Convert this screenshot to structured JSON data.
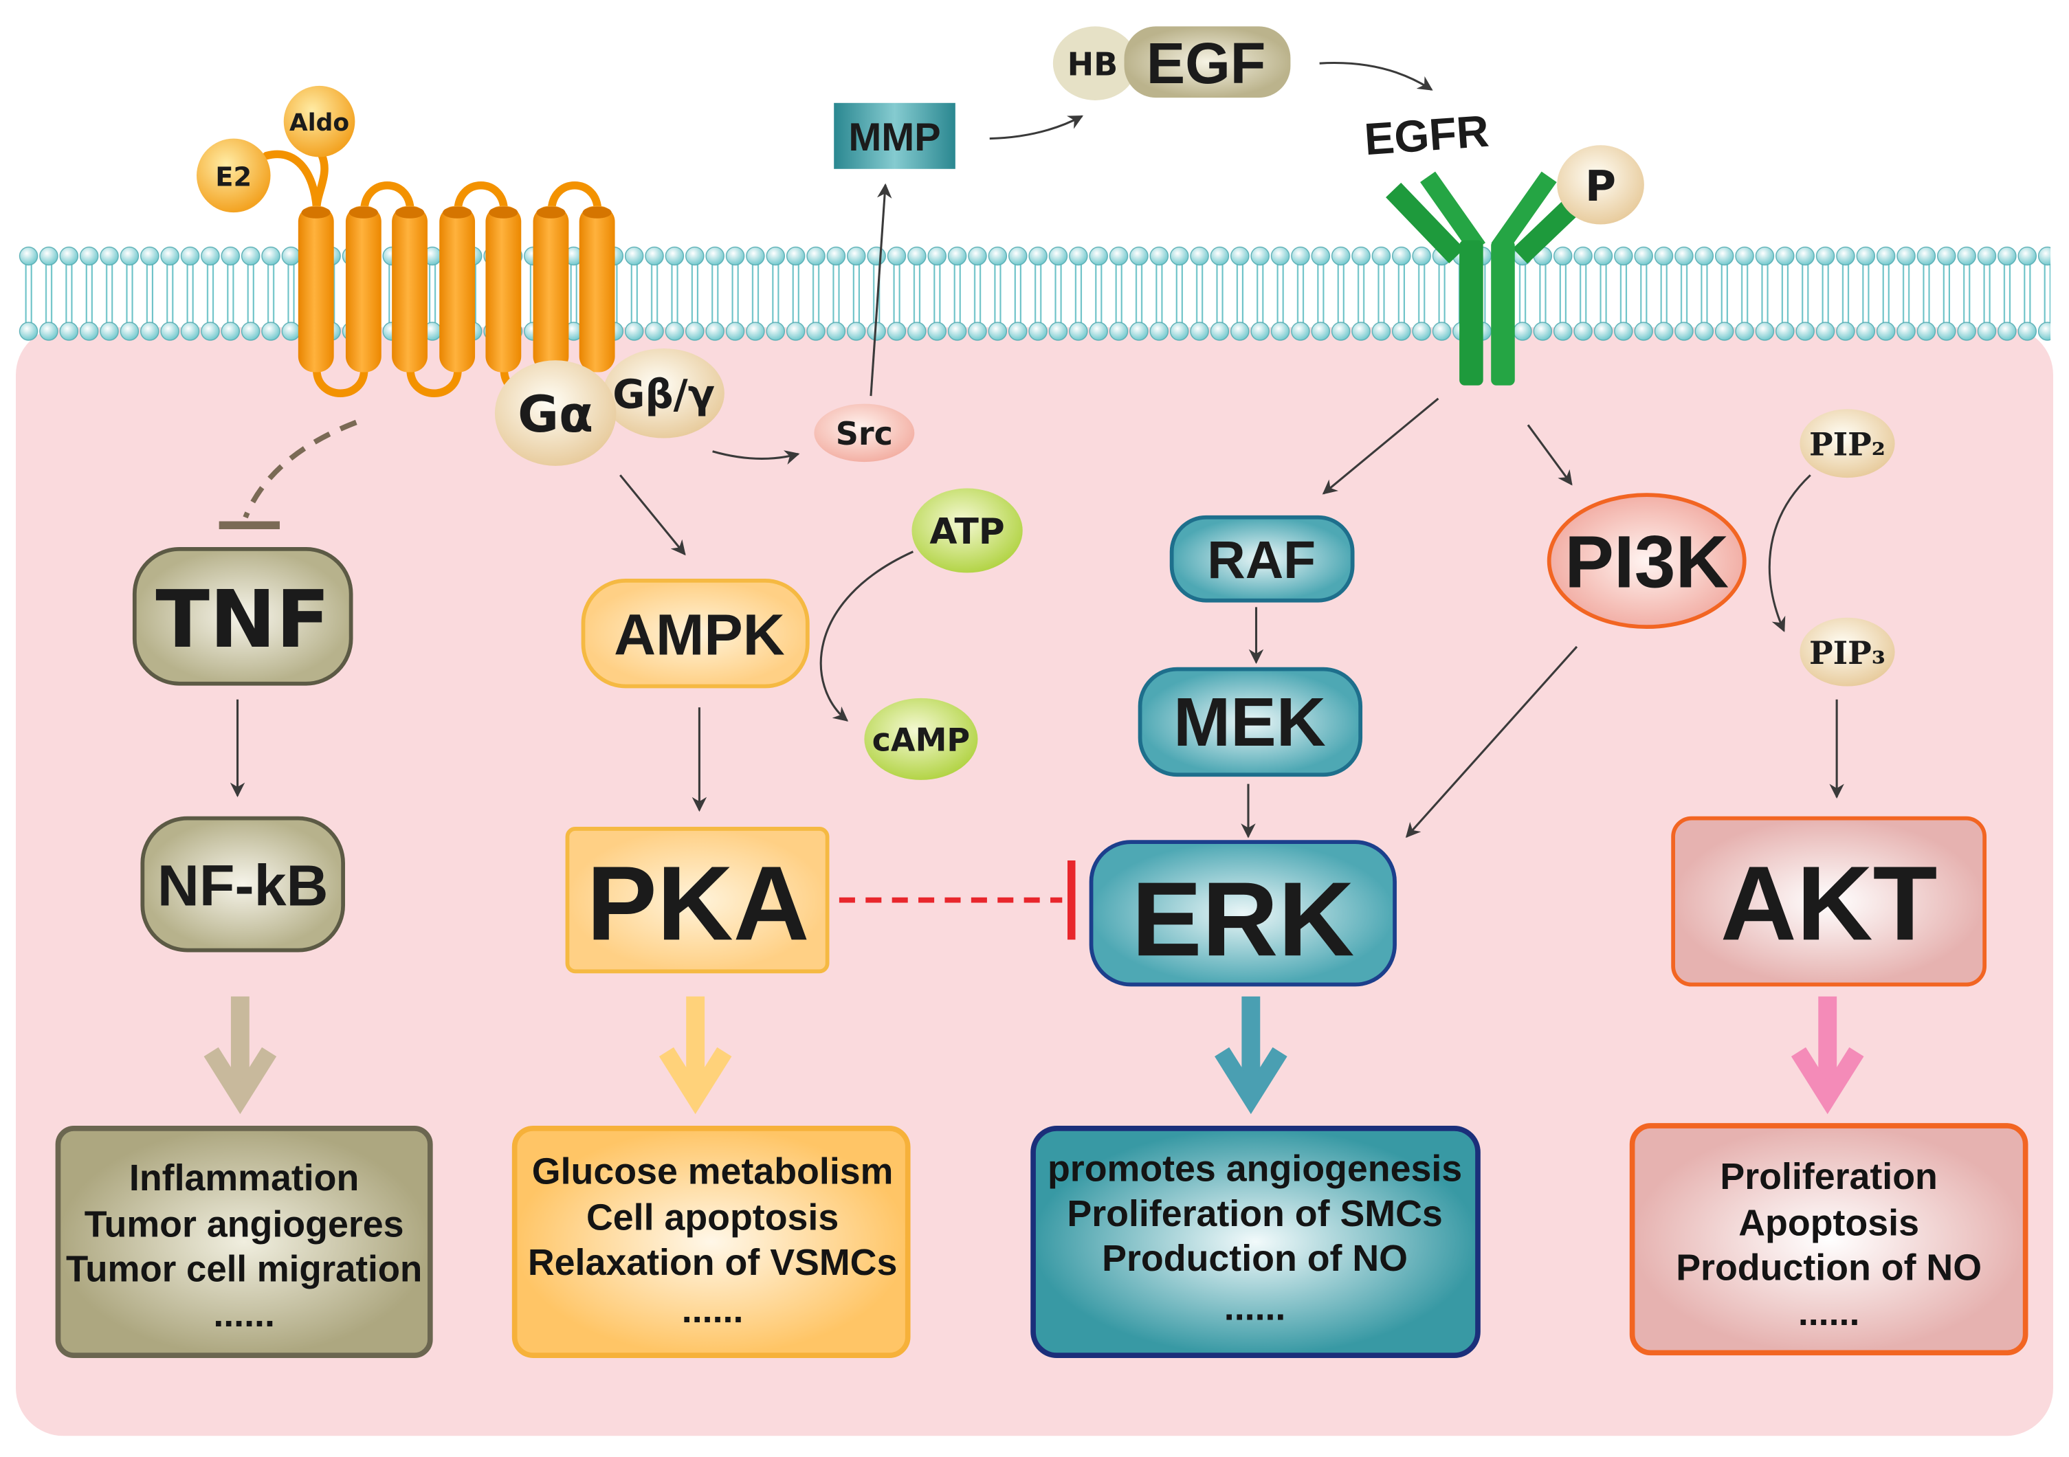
{
  "ligands": {
    "e2": "E2",
    "aldo": "Aldo"
  },
  "g_protein": {
    "alpha": "Gα",
    "beta_gamma": "Gβ/γ"
  },
  "src": "Src",
  "mmp": "MMP",
  "hb_egf": {
    "hb": "HB",
    "egf": "EGF"
  },
  "egfr": {
    "label": "EGFR",
    "phosphate": "P"
  },
  "tnf_pathway": {
    "tnf": "TNF",
    "nfkb": "NF-kB",
    "outcomes": [
      "Inflammation",
      "Tumor angiogeres",
      "Tumor cell migration",
      "......"
    ]
  },
  "pka_pathway": {
    "ampk": "AMPK",
    "pka": "PKA",
    "atp": "ATP",
    "camp": "cAMP",
    "outcomes": [
      "Glucose metabolism",
      "Cell apoptosis",
      "Relaxation of VSMCs",
      "......"
    ]
  },
  "erk_pathway": {
    "raf": "RAF",
    "mek": "MEK",
    "erk": "ERK",
    "outcomes": [
      "promotes angiogenesis",
      "Proliferation of SMCs",
      "Production of NO",
      "......"
    ]
  },
  "akt_pathway": {
    "pi3k": "PI3K",
    "pip2": "PIP₂",
    "pip3": "PIP₃",
    "akt": "AKT",
    "outcomes": [
      "Proliferation",
      "Apoptosis",
      "Production of NO",
      "......"
    ]
  },
  "colors": {
    "cytoplasm": "#FADADD",
    "gpcr": "#F39200",
    "egfr": "#1E9A3C",
    "inhibition": "#E8262C",
    "tnf_arrow": "#C8B99C",
    "pka_arrow": "#FFD27A",
    "erk_arrow": "#4A9FB2",
    "akt_arrow": "#F48BB8"
  }
}
